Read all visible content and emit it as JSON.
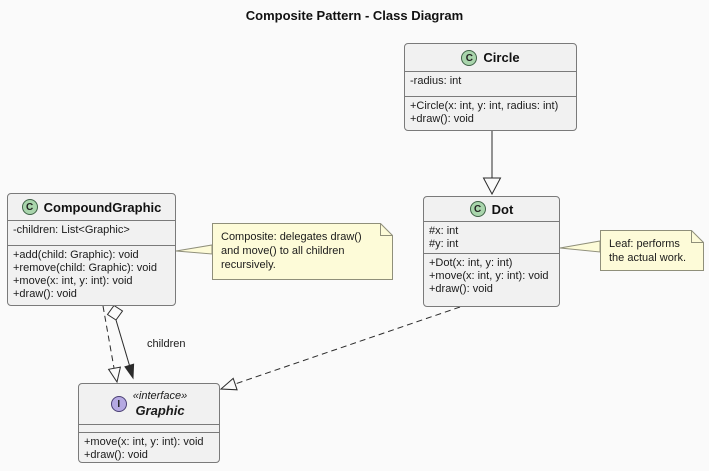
{
  "title": "Composite Pattern - Class Diagram",
  "classes": {
    "circle": {
      "icon": "C",
      "name": "Circle",
      "attributes": [
        "-radius: int"
      ],
      "methods": [
        "+Circle(x: int, y: int, radius: int)",
        "+draw(): void"
      ]
    },
    "dot": {
      "icon": "C",
      "name": "Dot",
      "attributes": [
        "#x: int",
        "#y: int"
      ],
      "methods": [
        "+Dot(x: int, y: int)",
        "+move(x: int, y: int): void",
        "+draw(): void"
      ]
    },
    "compound_graphic": {
      "icon": "C",
      "name": "CompoundGraphic",
      "attributes": [
        "-children: List<Graphic>"
      ],
      "methods": [
        "+add(child: Graphic): void",
        "+remove(child: Graphic): void",
        "+move(x: int, y: int): void",
        "+draw(): void"
      ]
    },
    "graphic": {
      "icon": "I",
      "stereotype": "«interface»",
      "name": "Graphic",
      "attributes": [],
      "methods": [
        "+move(x: int, y: int): void",
        "+draw(): void"
      ]
    }
  },
  "notes": {
    "composite": {
      "lines": [
        "Composite: delegates draw()",
        "and move() to all children",
        "recursively."
      ]
    },
    "leaf": {
      "lines": [
        "Leaf: performs",
        "the actual work."
      ]
    }
  },
  "labels": {
    "children": "children"
  },
  "colors": {
    "class_icon_fill": "#a9d5ac",
    "interface_icon_fill": "#b5a9e2",
    "note_fill": "#fdfbd8",
    "box_fill": "#f1f1f1",
    "border": "#7a7a7a",
    "line": "#2b2b2b"
  }
}
